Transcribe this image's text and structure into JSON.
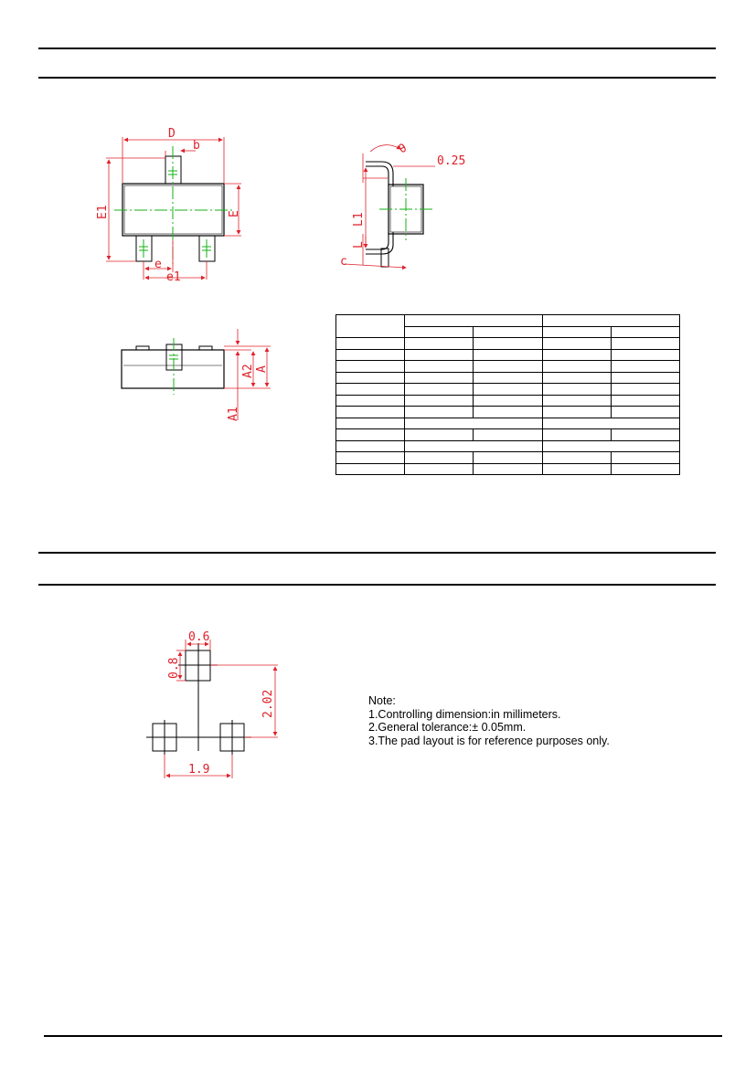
{
  "package_outline": {
    "top_view": {
      "labels": {
        "D": "D",
        "b": "b",
        "E1": "E1",
        "E": "E",
        "e": "e",
        "e1": "e1"
      }
    },
    "side_view": {
      "labels": {
        "theta": "θ",
        "gauge": "0.25",
        "L1": "L1",
        "L": "L",
        "c": "c"
      }
    },
    "front_view": {
      "labels": {
        "A1": "A1",
        "A2": "A2",
        "A": "A"
      }
    },
    "dimension_table": {
      "rows": 13,
      "cols": 5
    }
  },
  "pad_layout": {
    "labels": {
      "pad_width": "0.6",
      "pad_height": "0.8",
      "row_pitch": "2.02",
      "pad_span": "1.9"
    }
  },
  "note": {
    "title": "Note:",
    "lines": [
      "1.Controlling dimension:in  millimeters.",
      "2.General tolerance:± 0.05mm.",
      "3.The pad layout is for reference purposes only."
    ]
  },
  "colors": {
    "dimension": "#e0202a",
    "centerline": "#14b214",
    "outline": "#000000"
  }
}
